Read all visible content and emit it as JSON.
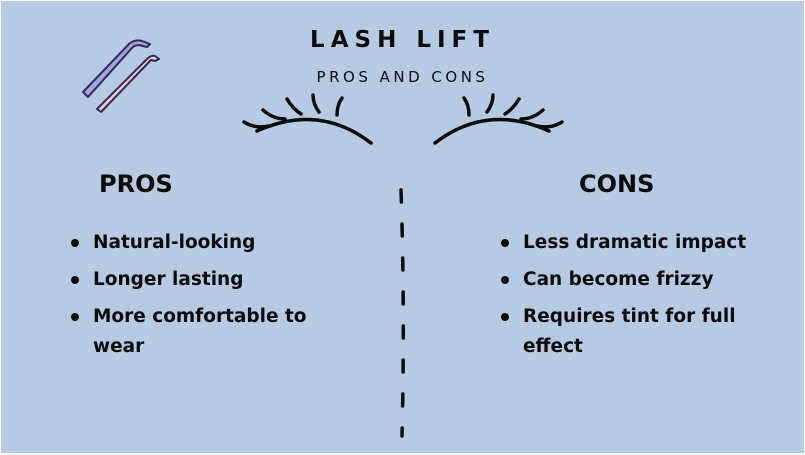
{
  "header": {
    "title": "LASH LIFT",
    "subtitle": "PROS AND CONS"
  },
  "icons": {
    "tweezers": "tweezers-icon",
    "lashes": "eyelashes-icon",
    "divider": "dashed-divider"
  },
  "pros": {
    "heading": "PROS",
    "items": [
      "Natural-looking",
      "Longer lasting",
      "More comfortable to wear"
    ]
  },
  "cons": {
    "heading": "CONS",
    "items": [
      "Less dramatic impact",
      "Can become frizzy",
      "Requires tint for full effect"
    ]
  },
  "colors": {
    "background": "#b6cbe3",
    "text": "#0b0b0b",
    "tweezers_purple": "#a9a0e0",
    "tweezers_pink": "#f2c9cf"
  }
}
